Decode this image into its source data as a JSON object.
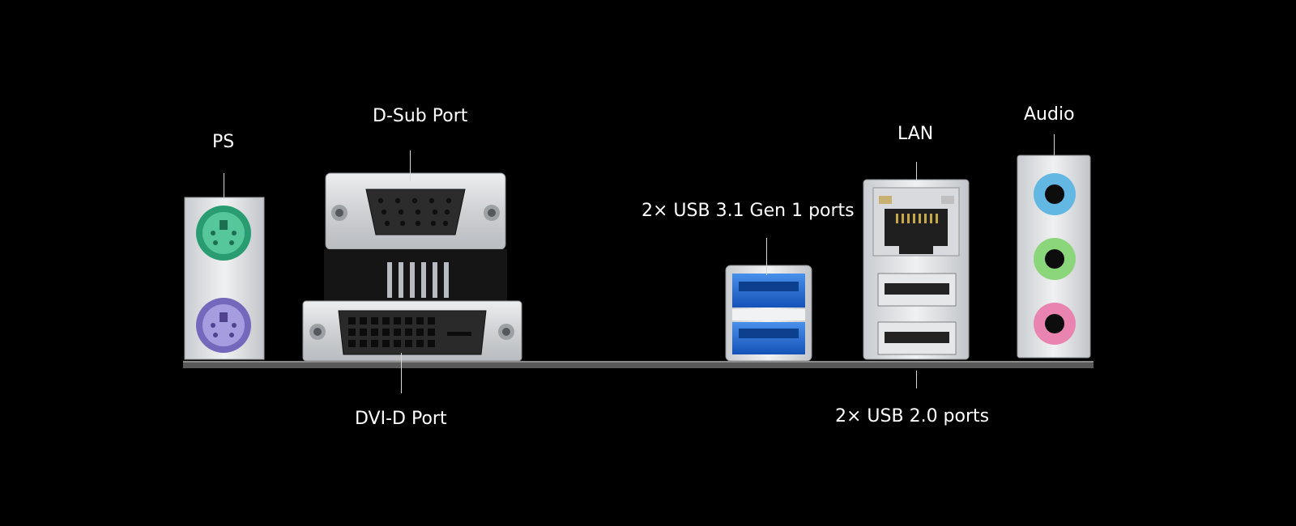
{
  "labels": {
    "ps": "PS",
    "dsub": "D-Sub Port",
    "dvi": "DVI-D Port",
    "usb31": "2× USB 3.1 Gen 1 ports",
    "lan": "LAN",
    "usb20": "2× USB 2.0 ports",
    "audio": "Audio"
  },
  "colors": {
    "background": "#000000",
    "label_text": "#ffffff",
    "ps2_keyboard": "#3cb98a",
    "ps2_mouse": "#8f86cf",
    "usb31_blue": "#1f6fd6",
    "audio_line_in": "#62b7e3",
    "audio_line_out": "#8bd67a",
    "audio_mic": "#e983b0",
    "metal_shield": "#d2d4d7"
  },
  "icons": [
    "ps2-port-icon",
    "vga-port-icon",
    "dvi-port-icon",
    "usb-port-icon",
    "rj45-port-icon",
    "audio-jack-icon"
  ]
}
